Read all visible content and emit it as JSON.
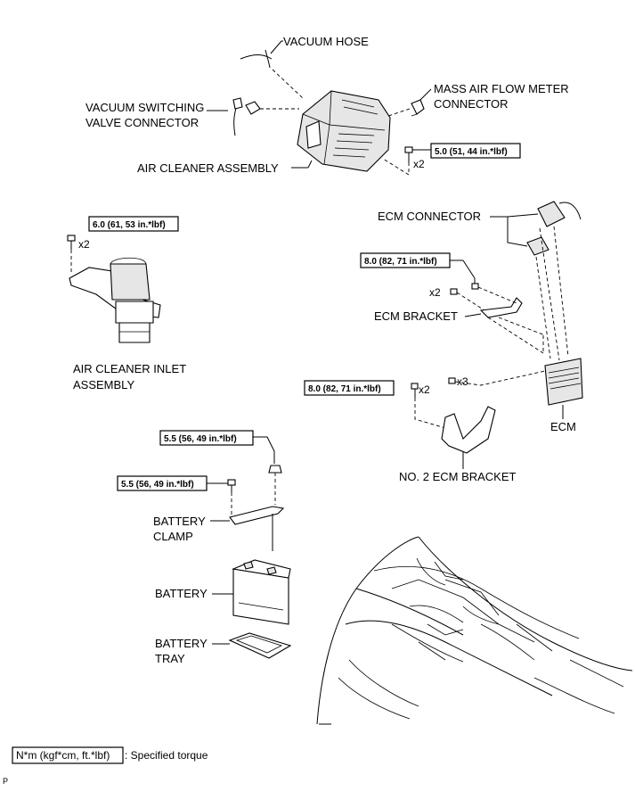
{
  "labels": {
    "vacuum_hose": "VACUUM HOSE",
    "vsv_connector_1": "VACUUM SWITCHING",
    "vsv_connector_2": "VALVE CONNECTOR",
    "maf_connector_1": "MASS AIR FLOW METER",
    "maf_connector_2": "CONNECTOR",
    "air_cleaner_assembly": "AIR CLEANER ASSEMBLY",
    "ecm_connector": "ECM CONNECTOR",
    "ecm_bracket": "ECM BRACKET",
    "air_cleaner_inlet_1": "AIR CLEANER INLET",
    "air_cleaner_inlet_2": "ASSEMBLY",
    "ecm": "ECM",
    "no2_ecm_bracket": "NO. 2 ECM BRACKET",
    "battery_clamp_1": "BATTERY",
    "battery_clamp_2": "CLAMP",
    "battery": "BATTERY",
    "battery_tray_1": "BATTERY",
    "battery_tray_2": "TRAY"
  },
  "torques": {
    "air_cleaner": "5.0 (51, 44 in.*lbf)",
    "inlet": "6.0 (61, 53 in.*lbf)",
    "ecm_bracket": "8.0 (82, 71 in.*lbf)",
    "no2_ecm_bracket": "8.0 (82, 71 in.*lbf)",
    "clamp_nut": "5.5 (56, 49 in.*lbf)",
    "clamp_bolt": "5.5 (56, 49 in.*lbf)"
  },
  "quantities": {
    "air_cleaner_bolts": "x2",
    "inlet_bolts": "x2",
    "ecm_bracket_bolts": "x2",
    "no2_bracket_bolts": "x2",
    "ecm_screws": "x3"
  },
  "legend": {
    "unit": "N*m (kgf*cm, ft.*lbf)",
    "text": ": Specified torque"
  },
  "footer_mark": "P"
}
